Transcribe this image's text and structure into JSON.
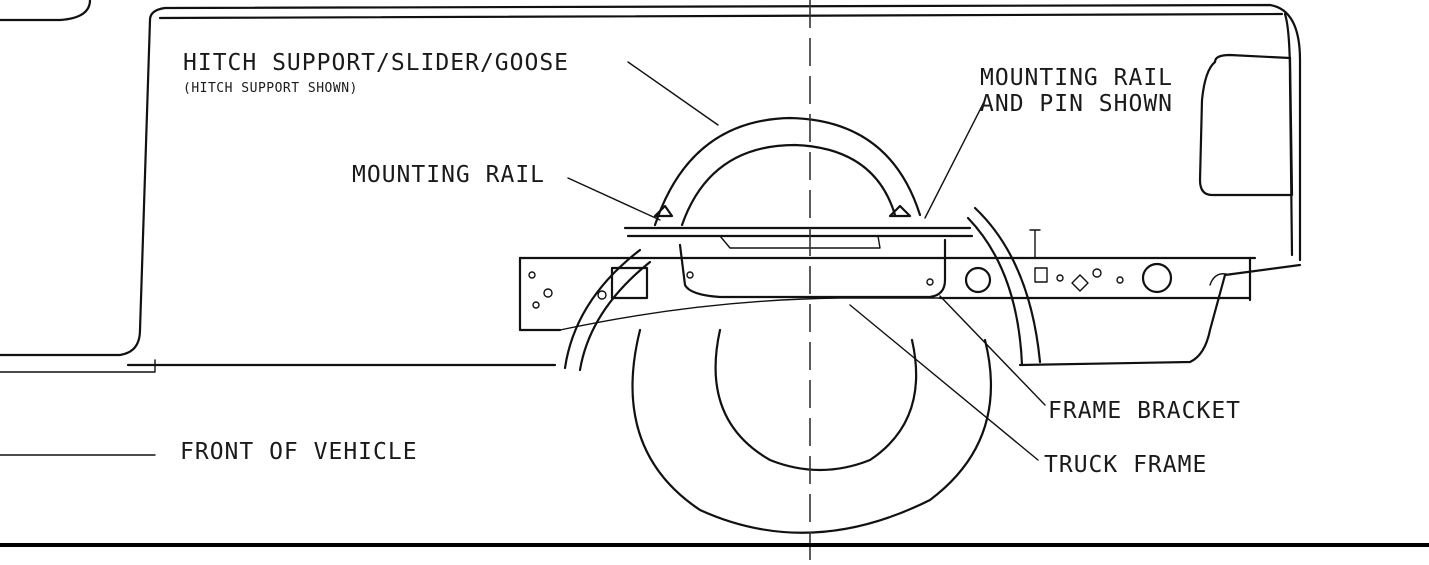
{
  "labels": {
    "hitch_support": "HITCH SUPPORT/SLIDER/GOOSE",
    "hitch_support_note": "(HITCH SUPPORT SHOWN)",
    "mounting_rail_pin_line1": "MOUNTING RAIL",
    "mounting_rail_pin_line2": "AND PIN SHOWN",
    "mounting_rail": "MOUNTING RAIL",
    "frame_bracket": "FRAME BRACKET",
    "truck_frame": "TRUCK FRAME",
    "front_of_vehicle": "FRONT OF VEHICLE"
  }
}
